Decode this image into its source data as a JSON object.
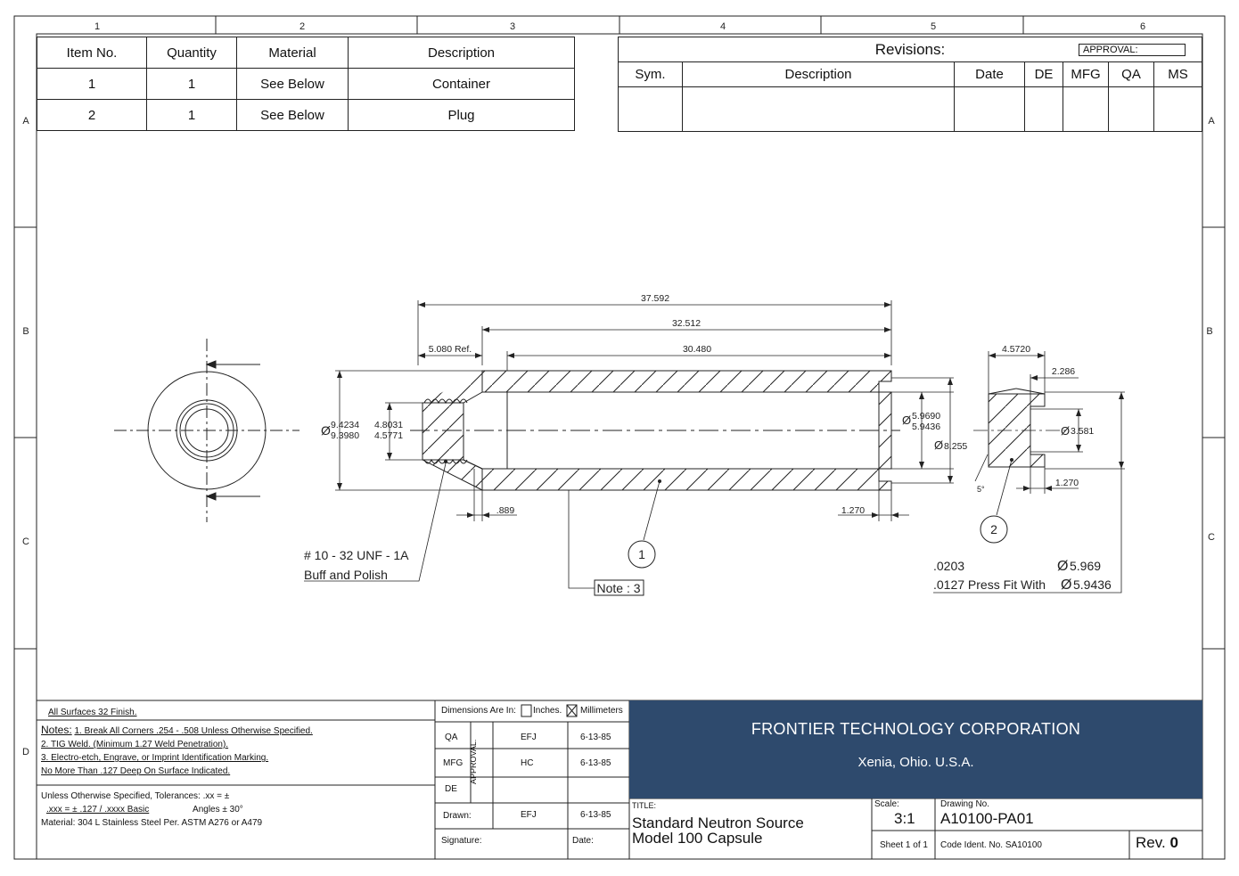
{
  "zones": {
    "cols": [
      "1",
      "2",
      "3",
      "4",
      "5",
      "6"
    ],
    "rows": [
      "A",
      "B",
      "C",
      "D"
    ]
  },
  "bom": {
    "headers": [
      "Item No.",
      "Quantity",
      "Material",
      "Description"
    ],
    "rows": [
      [
        "1",
        "1",
        "See Below",
        "Container"
      ],
      [
        "2",
        "1",
        "See Below",
        "Plug"
      ]
    ]
  },
  "revisions": {
    "title": "Revisions:",
    "approval": "APPROVAL:",
    "headers": [
      "Sym.",
      "Description",
      "Date",
      "DE",
      "MFG",
      "QA",
      "MS"
    ]
  },
  "dims": {
    "d37592": "37.592",
    "d32512": "32.512",
    "d30480": "30.480",
    "d5080": "5.080 Ref.",
    "d94234": "9.4234",
    "d93980": "9.3980",
    "d48031": "4.8031",
    "d45771": "4.5771",
    "d59690": "5.9690",
    "d59436": "5.9436",
    "d8255": "8.255",
    "d889": ".889",
    "d1270a": "1.270",
    "d45720": "4.5720",
    "d2286": "2.286",
    "d3581": "3.581",
    "d1270b": "1.270",
    "angle": "5°",
    "dia": "Ø"
  },
  "callouts": {
    "thread1": "# 10 - 32 UNF - 1A",
    "thread2": "Buff and Polish",
    "note": "Note : 3",
    "item1": "1",
    "item2": "2",
    "press_a": ".0203",
    "press_b": ".0127 Press Fit With",
    "press_c": "5.969",
    "press_d": "5.9436"
  },
  "notes": {
    "surface": "All Surfaces 32 Finish.",
    "notes_label": "Notes:",
    "n1": "1. Break All Corners .254 - .508 Unless Otherwise Specified.",
    "n2": "2. TIG Weld. (Minimum 1.27 Weld Penetration).",
    "n3": "3. Electro-etch, Engrave, or Imprint Identification Marking.",
    "n3b": "No More Than .127 Deep On Surface Indicated.",
    "tol1": "Unless Otherwise Specified, Tolerances: .xx = ±",
    "tol2": ".xxx = ± .127 / .xxxx Basic",
    "tol3": "Angles ± 30°",
    "material": "Material: 304 L Stainless Steel Per. ASTM A276 or A479"
  },
  "approval": {
    "dims_in": "Dimensions Are In:",
    "inches": "Inches.",
    "mm": "Millimeters",
    "approval_label": "APPROVAL.",
    "rows": [
      {
        "role": "QA",
        "name": "EFJ",
        "date": "6-13-85"
      },
      {
        "role": "MFG",
        "name": "HC",
        "date": "6-13-85"
      },
      {
        "role": "DE",
        "name": "",
        "date": ""
      }
    ],
    "drawn_label": "Drawn:",
    "drawn_name": "EFJ",
    "drawn_date": "6-13-85",
    "signature": "Signature:",
    "date": "Date:"
  },
  "company": {
    "name": "FRONTIER TECHNOLOGY CORPORATION",
    "city": "Xenia, Ohio. U.S.A."
  },
  "title_block": {
    "title_label": "TITLE:",
    "title1": "Standard Neutron Source",
    "title2": "Model 100 Capsule",
    "scale_label": "Scale:",
    "scale": "3:1",
    "drawing_label": "Drawing No.",
    "drawing": "A10100-PA01",
    "sheet": "Sheet 1 of 1",
    "code": "Code Ident. No. SA10100",
    "rev_label": "Rev.",
    "rev": "0"
  }
}
